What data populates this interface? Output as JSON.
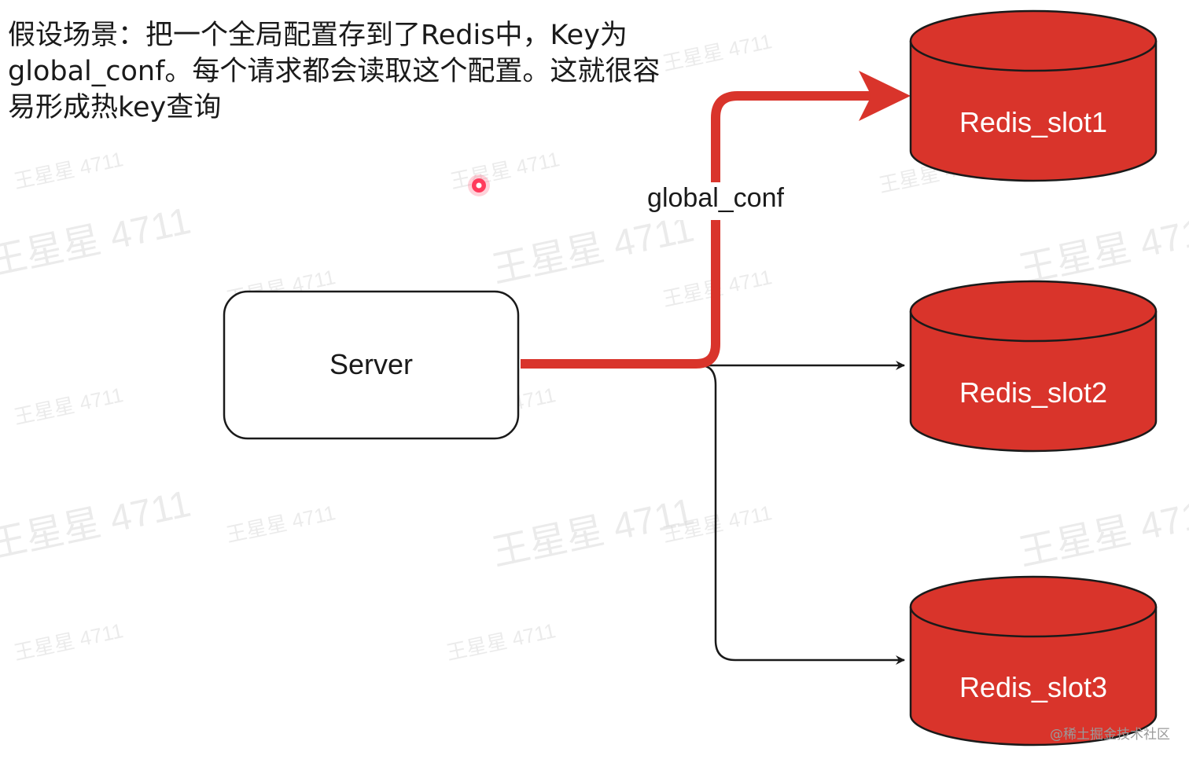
{
  "caption": "假设场景：把一个全局配置存到了Redis中，Key为global_conf。每个请求都会读取这个配置。这就很容易形成热key查询",
  "server": {
    "label": "Server"
  },
  "hot_key_label": "global_conf",
  "redis_nodes": [
    {
      "label": "Redis_slot1"
    },
    {
      "label": "Redis_slot2"
    },
    {
      "label": "Redis_slot3"
    }
  ],
  "colors": {
    "cylinder_fill": "#d9342b",
    "cylinder_stroke": "#1a1a1a",
    "hot_path": "#d9342b",
    "normal_path": "#1a1a1a"
  },
  "watermark_text": "王星星 4711",
  "footer_watermark": "@稀土掘金技术社区"
}
